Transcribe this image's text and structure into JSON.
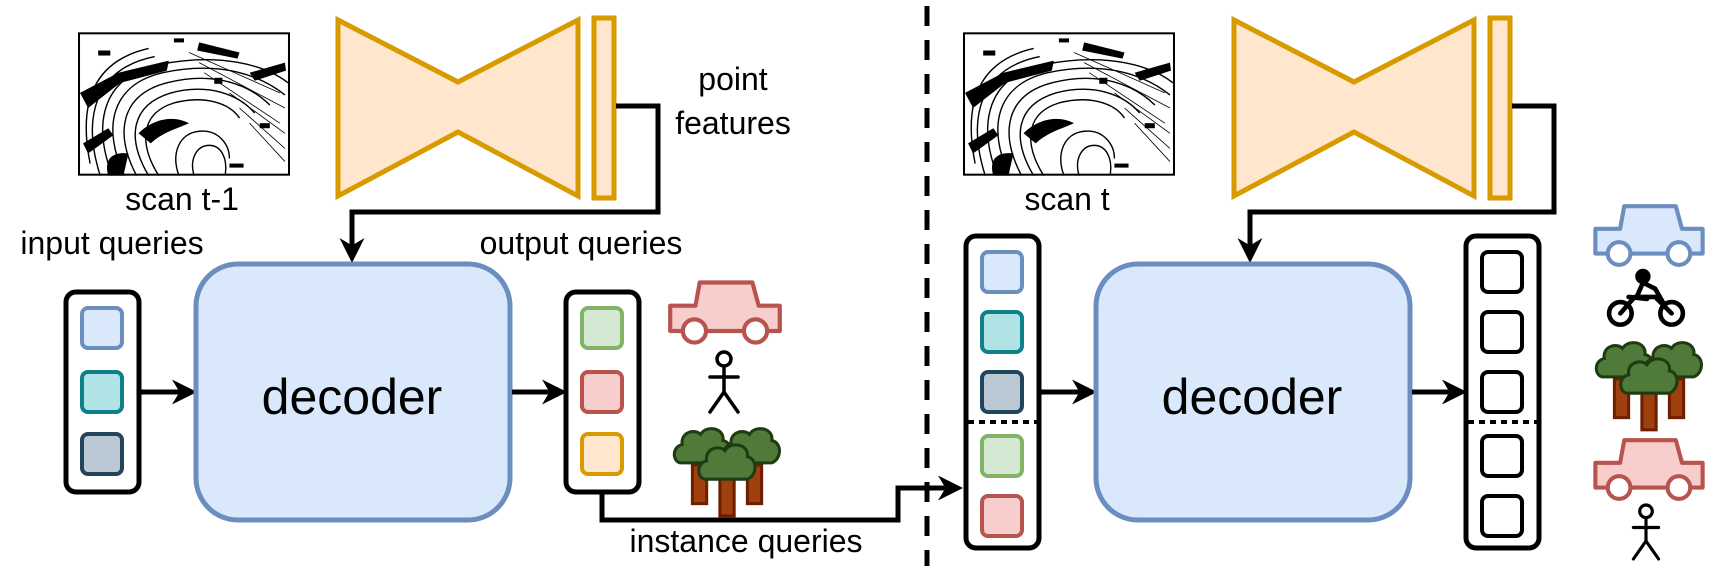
{
  "left": {
    "scan_label": "scan t-1",
    "point_features_line1": "point",
    "point_features_line2": "features",
    "input_queries_label": "input queries",
    "output_queries_label": "output queries",
    "decoder_label": "decoder",
    "instance_queries_label": "instance queries"
  },
  "right": {
    "scan_label": "scan t",
    "decoder_label": "decoder"
  },
  "colors": {
    "encoder_fill": "#ffe6cc",
    "encoder_stroke": "#d79b00",
    "decoder_fill": "#dae8fc",
    "decoder_stroke": "#6c8ebf",
    "query_blue": "#dae8fc",
    "query_teal": "#b0e3e6",
    "query_slate": "#bac8d3",
    "query_green": "#d5e8d4",
    "query_red": "#f8cecc",
    "query_orange": "#ffe6cc"
  },
  "icons": [
    "lidar-scan-icon",
    "car-icon",
    "person-icon",
    "trees-icon",
    "motorcycle-icon"
  ]
}
